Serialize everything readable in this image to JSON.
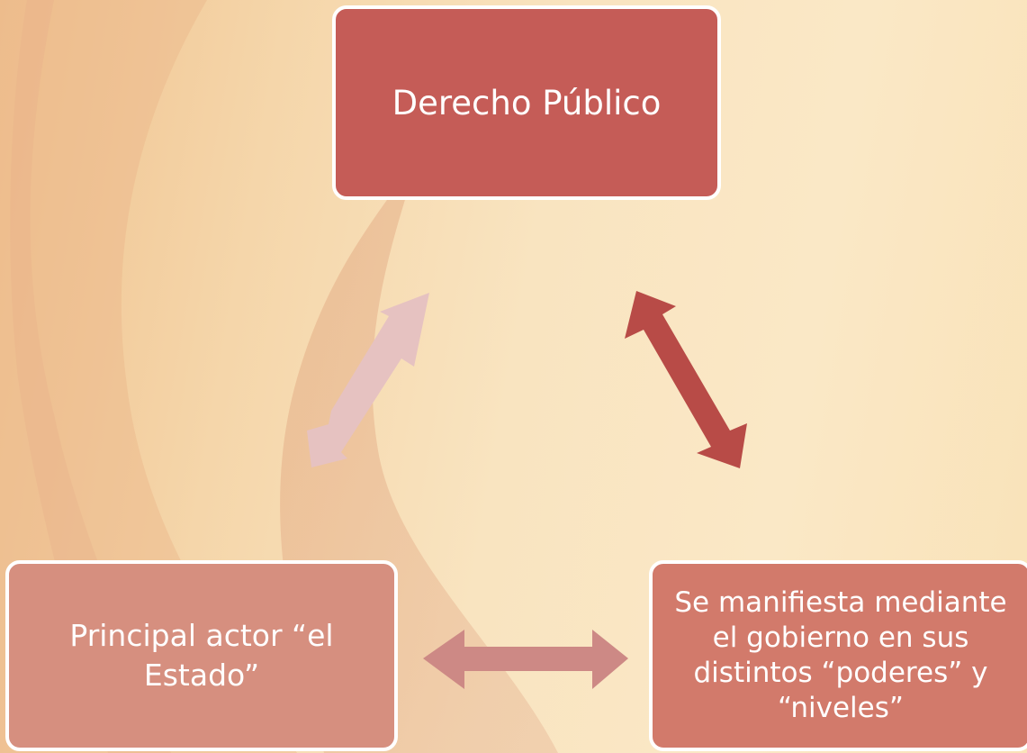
{
  "diagram": {
    "nodes": {
      "top": {
        "label": "Derecho Público"
      },
      "left": {
        "label": "Principal actor “el Estado”"
      },
      "right": {
        "label": "Se manifiesta mediante el gobierno en sus distintos “poderes” y “niveles”"
      }
    },
    "connections": [
      {
        "from": "left",
        "to": "top",
        "type": "bidirectional",
        "color": "#e6c2c1"
      },
      {
        "from": "top",
        "to": "right",
        "type": "bidirectional",
        "color": "#b84b47"
      },
      {
        "from": "left",
        "to": "right",
        "type": "bidirectional",
        "color": "#cd8985"
      }
    ]
  },
  "colors": {
    "top_node": "#c55c57",
    "left_node": "#d68f7f",
    "right_node": "#d27a6b",
    "border": "#ffffff"
  }
}
